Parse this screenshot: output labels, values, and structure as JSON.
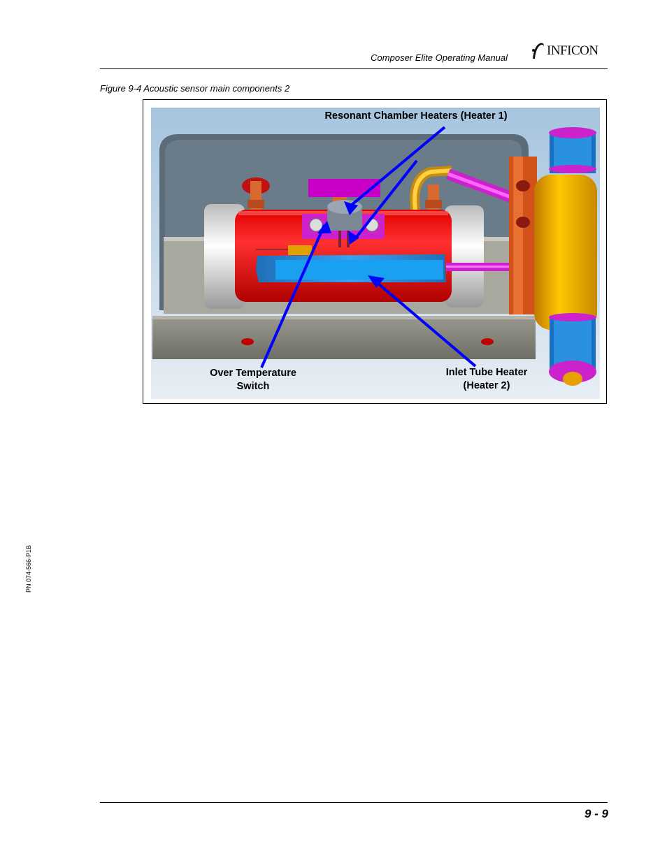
{
  "header": {
    "manual_title": "Composer Elite Operating Manual",
    "logo_text": "INFICON",
    "logo_icon": "inficon-logo-icon"
  },
  "figure": {
    "caption": "Figure 9-4  Acoustic sensor main components 2",
    "callouts": {
      "resonant_chamber": "Resonant Chamber Heaters (Heater 1)",
      "over_temp_line1": "Over Temperature",
      "over_temp_line2": "Switch",
      "inlet_tube_line1": "Inlet Tube Heater",
      "inlet_tube_line2": "(Heater 2)"
    },
    "colors": {
      "arrow": "#0000ff",
      "chamber": "#ff1a1a",
      "inlet_heater": "#1a8fe0",
      "fitting": "#e87a1a",
      "magenta": "#d63ad6",
      "background": "#a9c8e0"
    }
  },
  "footer": {
    "part_number": "PN 074-566-P1B",
    "page_number": "9 - 9"
  }
}
